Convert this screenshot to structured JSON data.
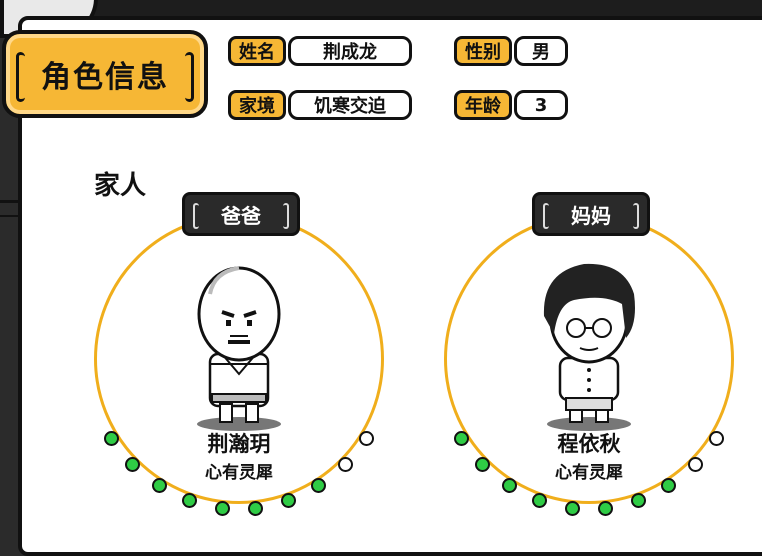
{
  "header": {
    "title": "角色信息"
  },
  "profile": {
    "name_label": "姓名",
    "name_value": "荆成龙",
    "gender_label": "性别",
    "gender_value": "男",
    "family_label": "家境",
    "family_value": "饥寒交迫",
    "age_label": "年龄",
    "age_value": "3"
  },
  "family": {
    "title": "家人",
    "members": [
      {
        "role": "爸爸",
        "name": "荆瀚玥",
        "status": "心有灵犀",
        "affinity_filled": 8,
        "affinity_total": 10
      },
      {
        "role": "妈妈",
        "name": "程依秋",
        "status": "心有灵犀",
        "affinity_filled": 8,
        "affinity_total": 10
      }
    ]
  },
  "colors": {
    "accent": "#f6b735",
    "ring": "#f0ae1c",
    "dot_filled": "#2fcc45",
    "outline": "#111111"
  }
}
